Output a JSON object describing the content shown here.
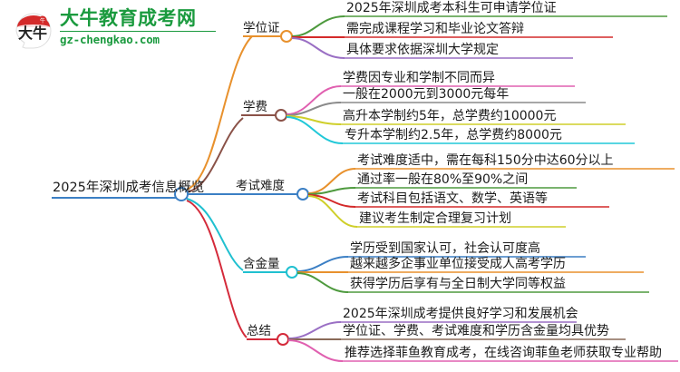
{
  "logo": {
    "name": "大牛教育成考网",
    "domain": "gz-chengkao.com",
    "mark_text": "大牛",
    "brand_color": "#1a9a3e",
    "mark_color": "#cc2222"
  },
  "mindmap": {
    "root": {
      "label": "2025年深圳成考信息概览",
      "color": "#3b7fc4"
    },
    "branches": [
      {
        "label": "学位证",
        "color": "#e8912d",
        "children": [
          {
            "label": "2025年深圳成考本科生可申请学位证",
            "color": "#4e9a3e"
          },
          {
            "label": "需完成课程学习和毕业论文答辩",
            "color": "#d42a2a"
          },
          {
            "label": "具体要求依据深圳大学规定",
            "color": "#9a6fc4"
          }
        ]
      },
      {
        "label": "学费",
        "color": "#8a5248",
        "children": [
          {
            "label": "学费因专业和学制不同而异",
            "color": "#e060b0"
          },
          {
            "label": "一般在2000元到3000元每年",
            "color": "#8a8a8a"
          },
          {
            "label": "高升本学制约5年，总学费约10000元",
            "color": "#cfcf2a"
          },
          {
            "label": "专升本学制约2.5年，总学费约8000元",
            "color": "#20c8d8"
          }
        ]
      },
      {
        "label": "考试难度",
        "color": "#3b7fc4",
        "children": [
          {
            "label": "考试难度适中，需在每科150分中达60分以上",
            "color": "#e8912d"
          },
          {
            "label": "通过率一般在80%至90%之间",
            "color": "#4e9a3e"
          },
          {
            "label": "考试科目包括语文、数学、英语等",
            "color": "#d42a2a"
          },
          {
            "label": "建议考生制定合理复习计划",
            "color": "#cfcf2a"
          }
        ]
      },
      {
        "label": "含金量",
        "color": "#20c0d0",
        "children": [
          {
            "label": "学历受到国家认可，社会认可度高",
            "color": "#3b7fc4"
          },
          {
            "label": "越来越多企事业单位接受成人高考学历",
            "color": "#e8912d"
          },
          {
            "label": "获得学历后享有与全日制大学同等权益",
            "color": "#4e9a3e"
          }
        ]
      },
      {
        "label": "总结",
        "color": "#d42a3a",
        "children": [
          {
            "label": "2025年深圳成考提供良好学习和发展机会",
            "color": "#9a6fc4"
          },
          {
            "label": "学位证、学费、考试难度和学历含金量均具优势",
            "color": "#8a6a58"
          },
          {
            "label": "推荐选择菲鱼教育成考，在线咨询菲鱼老师获取专业帮助",
            "color": "#e060b0"
          }
        ]
      }
    ]
  }
}
